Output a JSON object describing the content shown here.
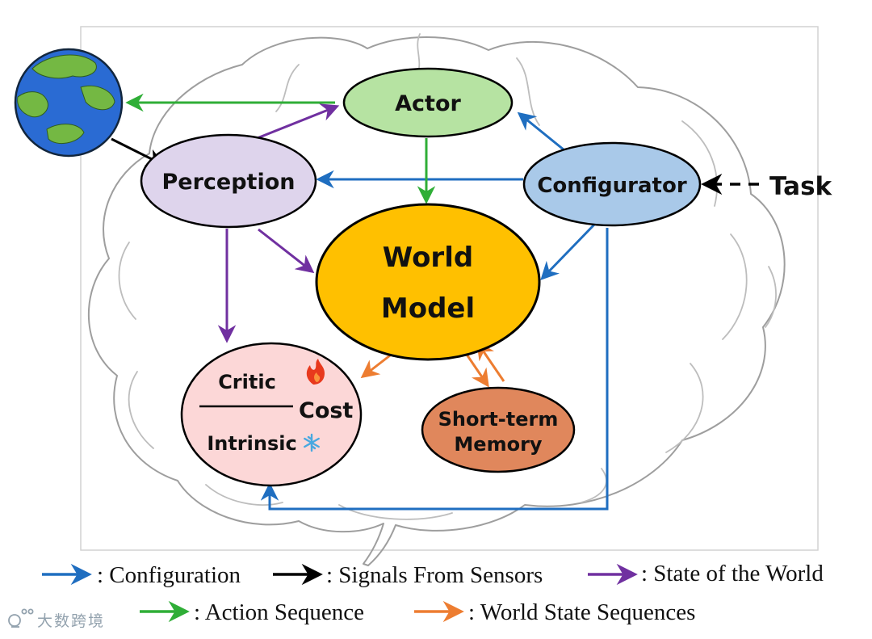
{
  "diagram": {
    "nodes": {
      "actor": {
        "label": "Actor",
        "fill": "#b6e3a2"
      },
      "perception": {
        "label": "Perception",
        "fill": "#ded4ec"
      },
      "configurator": {
        "label": "Configurator",
        "fill": "#a9c9e9"
      },
      "world_model": {
        "label_line1": "World",
        "label_line2": "Model",
        "fill": "#ffc000"
      },
      "critic": {
        "label_top": "Critic",
        "label_bottom": "Intrinsic",
        "label_cost": "Cost",
        "fill": "#fcd7d7",
        "icons": [
          "fire-icon",
          "snowflake-icon"
        ]
      },
      "short_term_memory": {
        "label_line1": "Short-term",
        "label_line2": "Memory",
        "fill": "#e0875c"
      }
    },
    "task_label": "Task",
    "world_icon": "earth-globe-icon",
    "arrow_colors": {
      "configuration": "#1f6ec0",
      "signals_from_sensors": "#000000",
      "state_of_the_world": "#7030a0",
      "action_sequence": "#2fae37",
      "world_state_sequences": "#ed7d31"
    }
  },
  "legend": {
    "row1": [
      {
        "label": ": Configuration",
        "color": "#1f6ec0"
      },
      {
        "label": ": Signals From Sensors",
        "color": "#000000"
      },
      {
        "label": ": State of the World",
        "color": "#7030a0"
      }
    ],
    "row2": [
      {
        "label": ": Action Sequence",
        "color": "#2fae37"
      },
      {
        "label": ": World State Sequences",
        "color": "#ed7d31"
      }
    ]
  },
  "watermark": {
    "text": "大数跨境"
  }
}
